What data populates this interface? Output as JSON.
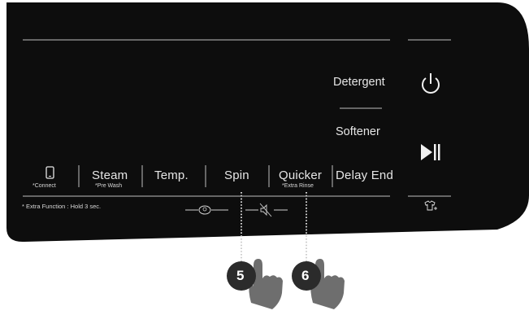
{
  "panel": {
    "background": "#0d0d0d",
    "line_color": "#bfbfbf"
  },
  "buttons": {
    "connect": {
      "icon": "phone-icon",
      "sub": "*Connect"
    },
    "steam": {
      "label": "Steam",
      "sub": "*Pre Wash"
    },
    "temp": {
      "label": "Temp."
    },
    "spin": {
      "label": "Spin"
    },
    "quicker": {
      "label": "Quicker",
      "sub": "*Extra Rinse"
    },
    "delay_end": {
      "label": "Delay End"
    }
  },
  "right_buttons": {
    "detergent": "Detergent",
    "softener": "Softener",
    "power_icon": "power-icon",
    "start_pause_icon": "play-pause-icon",
    "garment_icon": "shirt-plus-icon"
  },
  "footer": {
    "extra_function_note": "* Extra Function : Hold 3 sec.",
    "lock_icon": "child-lock-icon",
    "mute_icon": "mute-icon"
  },
  "callouts": [
    {
      "number": "5"
    },
    {
      "number": "6"
    }
  ],
  "callout_colors": {
    "badge": "#2b2b2b",
    "hand": "#6e6e6e"
  }
}
